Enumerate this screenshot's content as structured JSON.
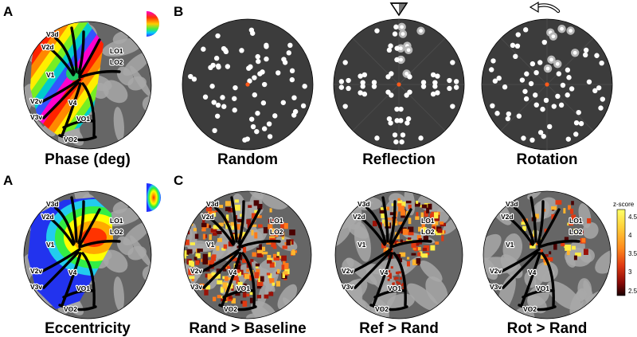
{
  "panels": {
    "A": {
      "letter": "A",
      "captions": [
        "Phase (deg)",
        "Eccentricity"
      ]
    },
    "B": {
      "letter": "B",
      "captions": [
        "Random",
        "Reflection",
        "Rotation"
      ]
    },
    "C": {
      "letter": "C",
      "captions": [
        "Rand > Baseline",
        "Ref > Rand",
        "Rot > Rand"
      ]
    }
  },
  "roi_labels": [
    "V3d",
    "V2d",
    "V1",
    "V2v",
    "V3v",
    "V4",
    "VO1",
    "VO2",
    "LO1",
    "LO2"
  ],
  "colorbar": {
    "title": "z-score",
    "ticks": [
      "4.5",
      "4",
      "3.5",
      "3",
      "2.5"
    ],
    "colors": [
      "#ffff66",
      "#ffd23a",
      "#ff8a1c",
      "#e03a12",
      "#8a0a08",
      "#1a0000"
    ]
  },
  "colors": {
    "brain_dark": "#666666",
    "brain_light": "#a8a8a8",
    "stimulus_disc": "#3c3c3c",
    "dot": "#ffffff",
    "fixation": "#ff5a1a",
    "border": "#000000"
  },
  "legend_icons": {
    "phase": "phase-wedge-icon",
    "eccentricity": "eccentricity-rings-icon",
    "reflection": "reflection-axis-icon",
    "rotation": "rotation-arrow-icon"
  }
}
